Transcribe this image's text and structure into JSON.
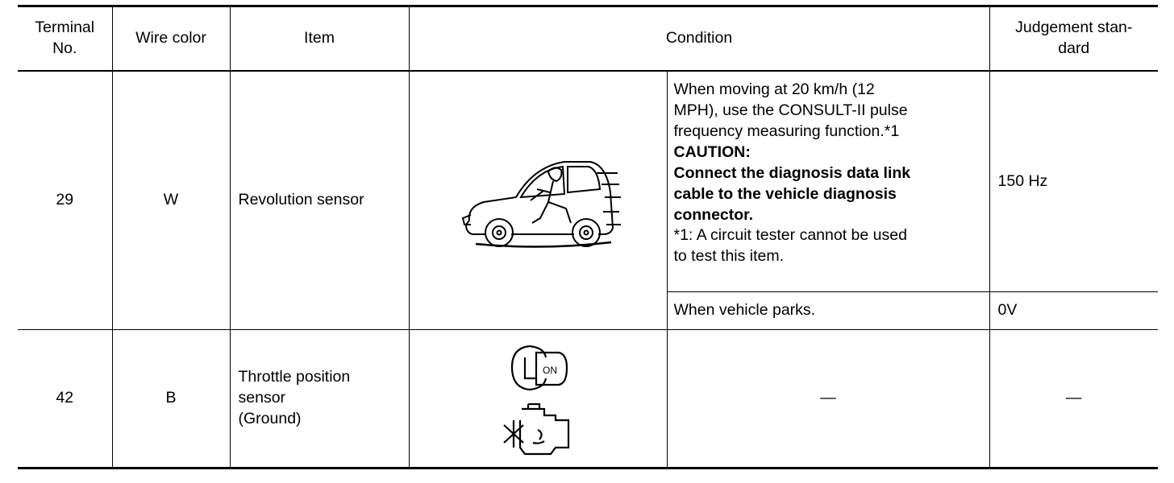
{
  "headers": {
    "terminal": "Terminal No.",
    "wire_color": "Wire color",
    "item": "Item",
    "condition": "Condition",
    "judgement": "Judgement stan-dard"
  },
  "rows": [
    {
      "terminal": "29",
      "wire_color": "W",
      "item": "Revolution sensor",
      "illustration_icon": "car-with-driver-icon",
      "conditions": [
        {
          "text_lines": [
            "When moving at 20 km/h (12",
            "MPH), use the CONSULT-II pulse",
            "frequency measuring function.*1"
          ],
          "caution_label": "CAUTION:",
          "caution_lines": [
            "Connect the diagnosis data link",
            "cable to the vehicle diagnosis",
            "connector."
          ],
          "note_lines": [
            "*1: A circuit tester cannot be used",
            "to test this item."
          ],
          "judgement": "150 Hz"
        },
        {
          "text": "When vehicle parks.",
          "judgement": "0V"
        }
      ]
    },
    {
      "terminal": "42",
      "wire_color": "B",
      "item_lines": [
        "Throttle position",
        "sensor",
        "(Ground)"
      ],
      "illustration_icons": [
        "ignition-key-on-icon",
        "engine-running-icon"
      ],
      "key_label": "ON",
      "condition": "—",
      "judgement": "—"
    }
  ]
}
